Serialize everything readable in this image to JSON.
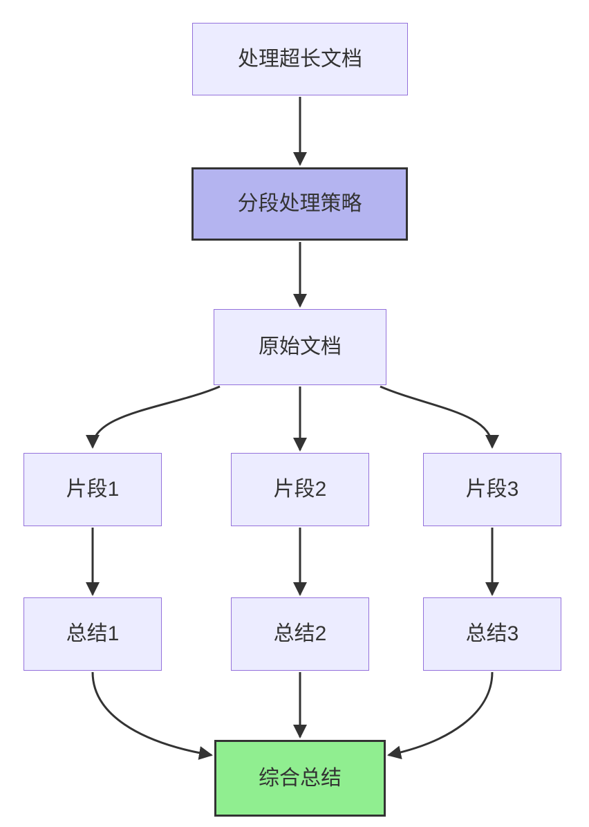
{
  "diagram": {
    "type": "flowchart-top-down",
    "nodes": [
      {
        "id": "A",
        "label": "处理超长文档",
        "style": "lavender"
      },
      {
        "id": "B",
        "label": "分段处理策略",
        "style": "purple-emphasis"
      },
      {
        "id": "C",
        "label": "原始文档",
        "style": "lavender"
      },
      {
        "id": "D1",
        "label": "片段1",
        "style": "lavender"
      },
      {
        "id": "D2",
        "label": "片段2",
        "style": "lavender"
      },
      {
        "id": "D3",
        "label": "片段3",
        "style": "lavender"
      },
      {
        "id": "E1",
        "label": "总结1",
        "style": "lavender"
      },
      {
        "id": "E2",
        "label": "总结2",
        "style": "lavender"
      },
      {
        "id": "E3",
        "label": "总结3",
        "style": "lavender"
      },
      {
        "id": "G",
        "label": "综合总结",
        "style": "green-emphasis"
      }
    ],
    "edges": [
      {
        "from": "A",
        "to": "B"
      },
      {
        "from": "B",
        "to": "C"
      },
      {
        "from": "C",
        "to": "D1"
      },
      {
        "from": "C",
        "to": "D2"
      },
      {
        "from": "C",
        "to": "D3"
      },
      {
        "from": "D1",
        "to": "E1"
      },
      {
        "from": "D2",
        "to": "E2"
      },
      {
        "from": "D3",
        "to": "E3"
      },
      {
        "from": "E1",
        "to": "G"
      },
      {
        "from": "E2",
        "to": "G"
      },
      {
        "from": "E3",
        "to": "G"
      }
    ],
    "colors": {
      "background": "#FFFFFF",
      "node_fill": "#ECECFF",
      "node_border": "#9370DB",
      "emphasis_fill": "#B4B4F0",
      "green_fill": "#90EE90",
      "emphasis_border": "#333333",
      "edge": "#333333",
      "text": "#333333"
    }
  }
}
